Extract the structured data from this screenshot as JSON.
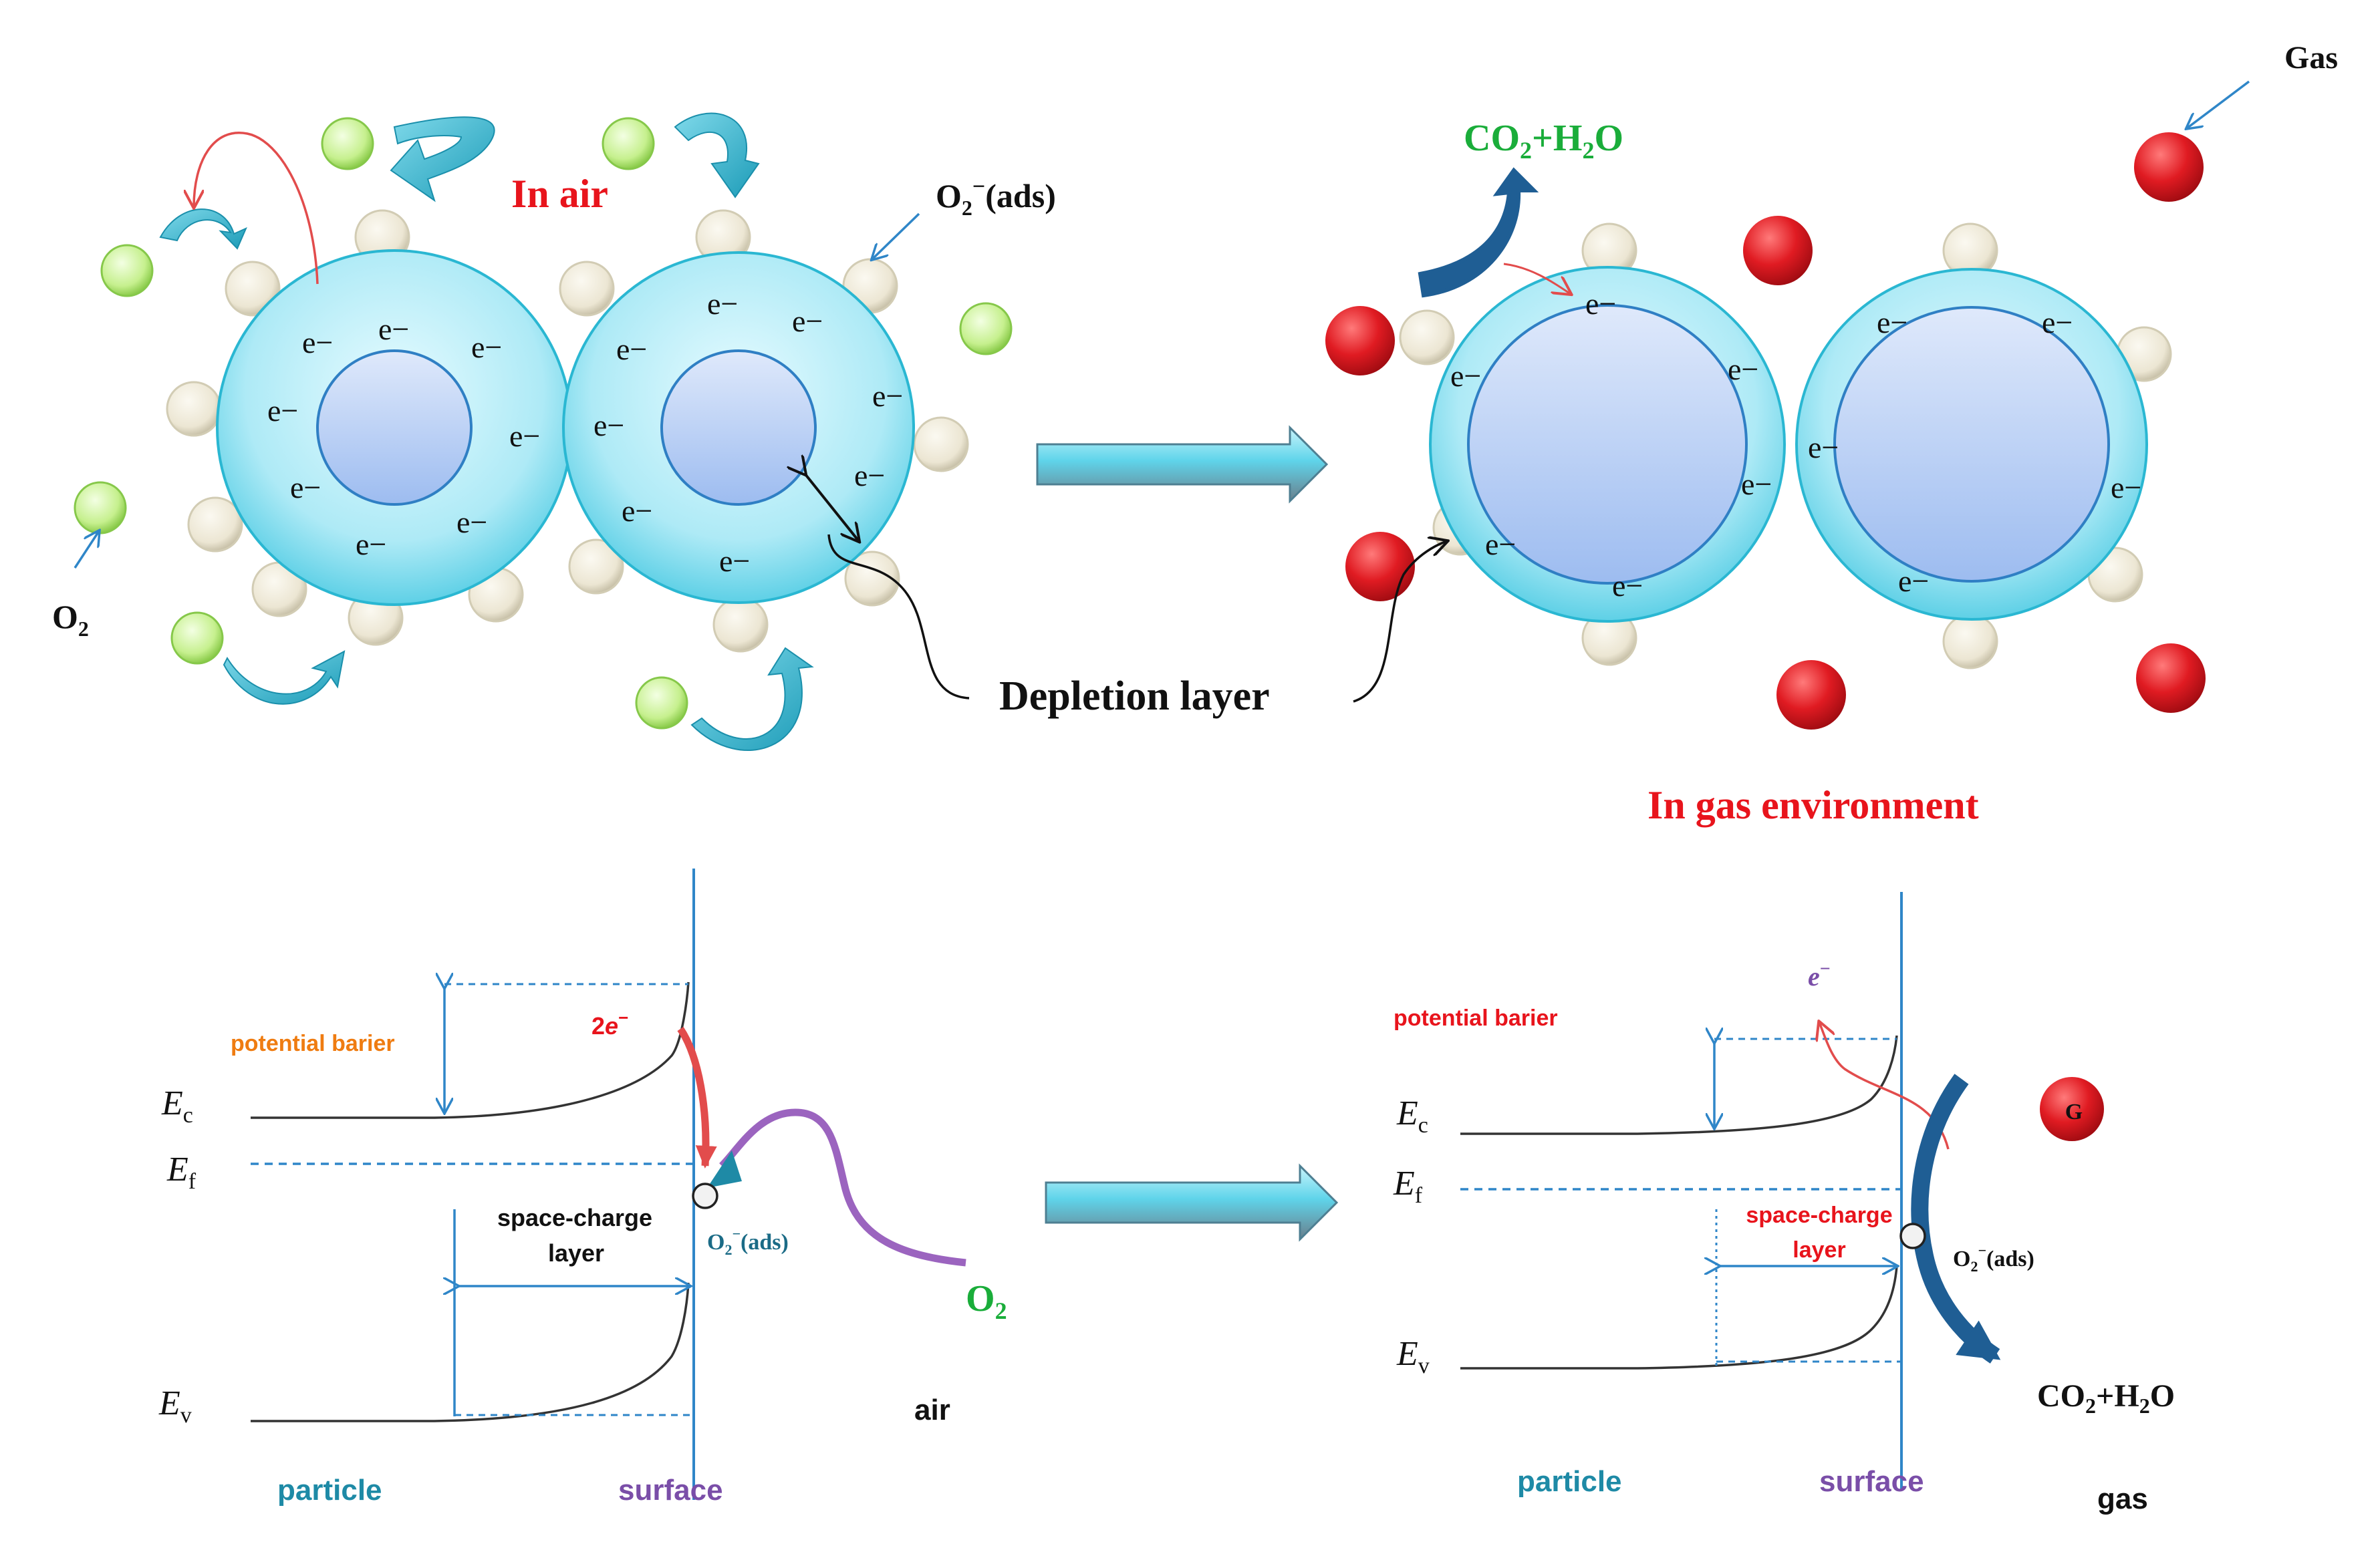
{
  "colors": {
    "red_label": "#e8141c",
    "green_label": "#1aad3a",
    "orange_label": "#ef7c11",
    "teal_label": "#1e8aa6",
    "purple_label": "#7a4ea8",
    "blue_line": "#2f86c8",
    "shell": "#5ed0e6",
    "core": "#a9c6f2",
    "adsorbate": "#e7e2cf",
    "oxygen": "#b6ea7c",
    "gas": "#d2141c"
  },
  "top_left": {
    "title": "In air",
    "adsorbed_label": "O2−(ads)",
    "o2_label": "O2",
    "electron": "e−",
    "depletion_label": "Depletion layer"
  },
  "top_right": {
    "title": "In gas environment",
    "product_label": "CO2+H2O",
    "gas_label": "Gas",
    "electron": "e−"
  },
  "bottom_left": {
    "barrier_label": "potential barier",
    "electrons_label": "2e−",
    "ec": "Ec",
    "ef": "Ef",
    "ev": "Ev",
    "scl_line1": "space-charge",
    "scl_line2": "layer",
    "adsorbed_label": "O2−(ads)",
    "o2_label": "O2",
    "particle": "particle",
    "surface": "surface",
    "ambient": "air"
  },
  "bottom_right": {
    "barrier_label": "potential barier",
    "electron_label": "e−",
    "ec": "Ec",
    "ef": "Ef",
    "ev": "Ev",
    "scl_line1": "space-charge",
    "scl_line2": "layer",
    "adsorbed_label": "O2−(ads)",
    "gas_symbol": "G",
    "product_label": "CO2+H2O",
    "particle": "particle",
    "surface": "surface",
    "ambient": "gas"
  }
}
